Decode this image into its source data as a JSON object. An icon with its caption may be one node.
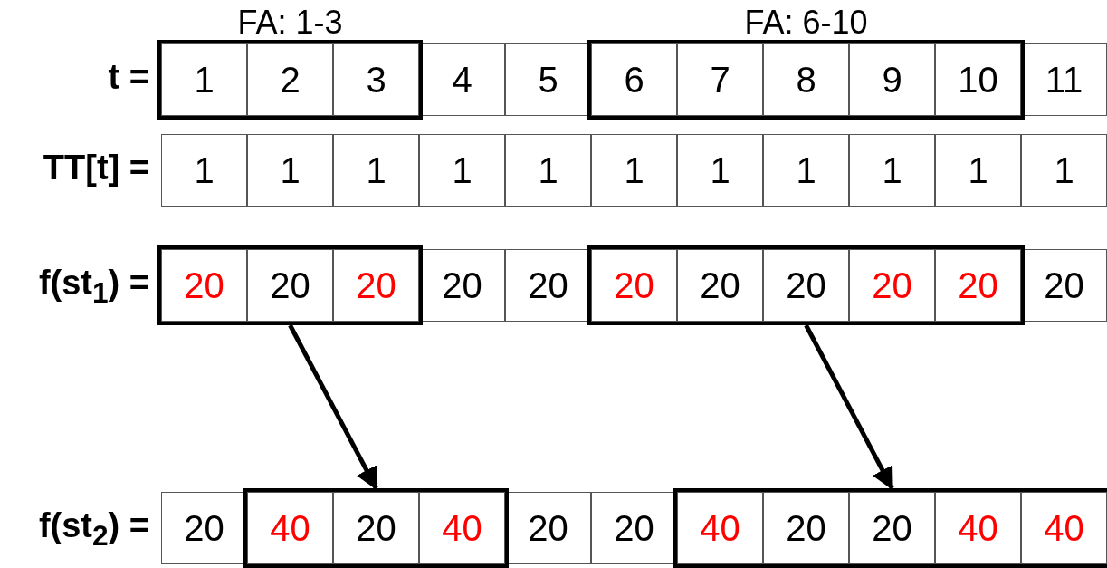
{
  "diagram": {
    "nodes": [
      {
        "text": [
          "FA: 1-3"
        ]
      },
      {
        "text": [
          "1"
        ],
        "in": 0
      },
      {
        "text": [
          "2"
        ],
        "in": 0
      },
      {
        "text": [
          "3"
        ],
        "in": 0
      },
      {
        "text": [
          "4"
        ]
      },
      {
        "text": [
          "5"
        ]
      },
      {
        "text": [
          "FA: 6-10"
        ]
      },
      {
        "text": [
          "6"
        ],
        "in": 6
      },
      {
        "text": [
          "7"
        ],
        "in": 6
      },
      {
        "text": [
          "8"
        ],
        "in": 6
      },
      {
        "text": [
          "9"
        ],
        "in": 6
      },
      {
        "text": [
          "10"
        ],
        "in": 6
      },
      {
        "text": [
          "11"
        ]
      },
      {
        "text": [
          "1"
        ]
      },
      {
        "text": [
          "1"
        ]
      },
      {
        "text": [
          "1"
        ]
      },
      {
        "text": [
          "1"
        ]
      },
      {
        "text": [
          "1"
        ]
      },
      {
        "text": [
          "1"
        ]
      },
      {
        "text": [
          "1"
        ]
      },
      {
        "text": [
          "1"
        ]
      },
      {
        "text": [
          "1"
        ]
      },
      {
        "text": [
          "1"
        ]
      },
      {
        "text": [
          "1"
        ]
      },
      {
        "text": [],
        "shape": "box"
      },
      {
        "text": [
          "20"
        ],
        "in": 24
      },
      {
        "text": [
          "20"
        ],
        "in": 24
      },
      {
        "text": [
          "20"
        ],
        "in": 24
      },
      {
        "text": [
          "20"
        ]
      },
      {
        "text": [
          "20"
        ]
      },
      {
        "text": [],
        "shape": "box"
      },
      {
        "text": [
          "20"
        ],
        "in": 30
      },
      {
        "text": [
          "20"
        ],
        "in": 30
      },
      {
        "text": [
          "20"
        ],
        "in": 30
      },
      {
        "text": [
          "20"
        ],
        "in": 30
      },
      {
        "text": [
          "20"
        ],
        "in": 30
      },
      {
        "text": [
          "20"
        ]
      },
      {
        "text": [
          "20"
        ]
      },
      {
        "text": [],
        "shape": "box"
      },
      {
        "text": [
          "40"
        ],
        "in": 38
      },
      {
        "text": [
          "20"
        ],
        "in": 38
      },
      {
        "text": [
          "40"
        ],
        "in": 38
      },
      {
        "text": [
          "20"
        ]
      },
      {
        "text": [
          "20"
        ]
      },
      {
        "text": [],
        "shape": "box"
      },
      {
        "text": [
          "40"
        ],
        "in": 44
      },
      {
        "text": [
          "20"
        ],
        "in": 44
      },
      {
        "text": [
          "20"
        ],
        "in": 44
      },
      {
        "text": [
          "40"
        ],
        "in": 44
      },
      {
        "text": [
          "40"
        ],
        "in": 44
      }
    ],
    "edges": [
      {
        "from": 24,
        "to": 38,
        "arrow": "to"
      },
      {
        "from": 30,
        "to": 44,
        "arrow": "to"
      }
    ],
    "labels": [
      "t =",
      "TT[t] =",
      "f(st$_{1}$) =",
      "f(st$_{2}$) ="
    ]
  }
}
